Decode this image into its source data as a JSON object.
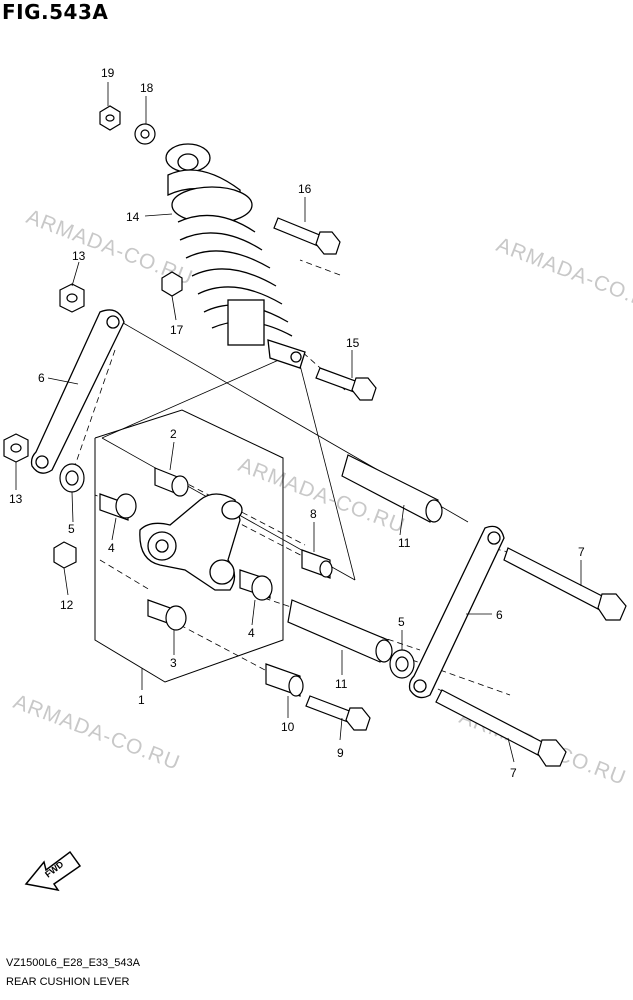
{
  "figure": {
    "title": "FIG.543A",
    "code": "VZ1500L6_E28_E33_543A",
    "subtitle": "REAR CUSHION LEVER"
  },
  "watermark": "ARMADA-CO.RU",
  "fwd_label": "FWD",
  "callouts": {
    "c1": "1",
    "c2": "2",
    "c3": "3",
    "c4a": "4",
    "c4b": "4",
    "c5a": "5",
    "c5b": "5",
    "c6a": "6",
    "c6b": "6",
    "c7a": "7",
    "c7b": "7",
    "c8": "8",
    "c9": "9",
    "c10": "10",
    "c11a": "11",
    "c11b": "11",
    "c12": "12",
    "c13a": "13",
    "c13b": "13",
    "c14": "14",
    "c15": "15",
    "c16": "16",
    "c17": "17",
    "c18": "18",
    "c19": "19"
  }
}
